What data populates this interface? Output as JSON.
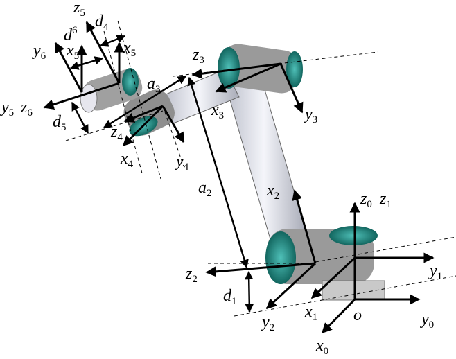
{
  "title": "Robot arm coordinate frames (D-H parameters)",
  "colors": {
    "link": "#d8dbe6",
    "joint": "#8a8a8a",
    "cap": "#1f9c94",
    "line": "#000000"
  },
  "labels": {
    "z5": {
      "b": "z",
      "s": "5"
    },
    "d4": {
      "b": "d",
      "s": "4"
    },
    "d6": {
      "b": "d",
      "s": "6"
    },
    "y6": {
      "b": "y",
      "s": "6"
    },
    "x5a": {
      "b": "x",
      "s": "5"
    },
    "x5b": {
      "b": "x",
      "s": "5"
    },
    "y5": {
      "b": "y",
      "s": "5"
    },
    "z6": {
      "b": "z",
      "s": "6"
    },
    "d5": {
      "b": "d",
      "s": "5"
    },
    "a3": {
      "b": "a",
      "s": "3"
    },
    "z3": {
      "b": "z",
      "s": "3"
    },
    "x3": {
      "b": "x",
      "s": "3"
    },
    "y3": {
      "b": "y",
      "s": "3"
    },
    "z4": {
      "b": "z",
      "s": "4"
    },
    "x4": {
      "b": "x",
      "s": "4"
    },
    "y4": {
      "b": "y",
      "s": "4"
    },
    "a2": {
      "b": "a",
      "s": "2"
    },
    "x2": {
      "b": "x",
      "s": "2"
    },
    "z0": {
      "b": "z",
      "s": "0"
    },
    "z1": {
      "b": "z",
      "s": "1"
    },
    "z2": {
      "b": "z",
      "s": "2"
    },
    "y1": {
      "b": "y",
      "s": "1"
    },
    "d1": {
      "b": "d",
      "s": "1"
    },
    "y2": {
      "b": "y",
      "s": "2"
    },
    "x1": {
      "b": "x",
      "s": "1"
    },
    "o": {
      "b": "o",
      "s": ""
    },
    "y0": {
      "b": "y",
      "s": "0"
    },
    "x0": {
      "b": "x",
      "s": "0"
    }
  }
}
